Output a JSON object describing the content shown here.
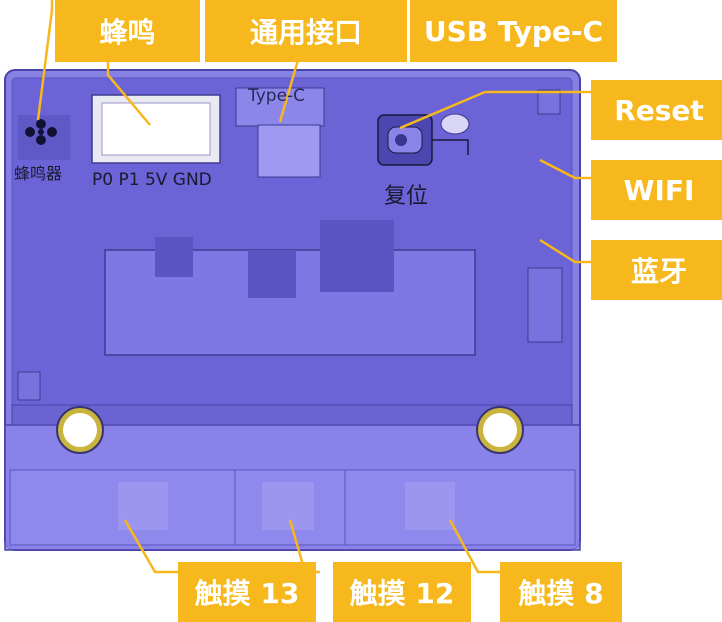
{
  "callouts": {
    "buzzer": "蜂鸣",
    "interface": "通用接口",
    "usb": "USB Type-C",
    "reset": "Reset",
    "wifi": "WIFI",
    "bluetooth": "蓝牙",
    "touch13": "触摸 13",
    "touch12": "触摸 12",
    "touch8": "触摸 8"
  },
  "silkscreen": {
    "buzzer": "蜂鸣器",
    "pins": "P0 P1 5V GND",
    "typec": "Type-C",
    "reset": "复位"
  },
  "colors": {
    "callout": "#f6b81c",
    "case": "#6b63d6",
    "case_edge": "#4a43a8",
    "hole_ring": "#e8c84a"
  }
}
